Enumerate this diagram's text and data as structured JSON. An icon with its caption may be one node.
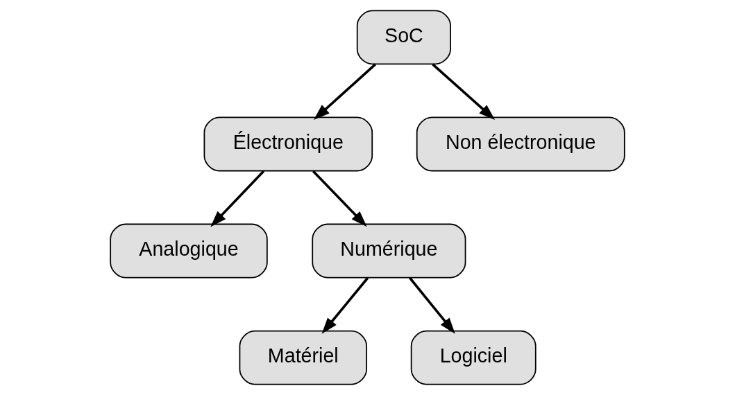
{
  "diagram": {
    "nodes": [
      {
        "text": [
          "SoC"
        ]
      },
      {
        "text": [
          "Électronique"
        ]
      },
      {
        "text": [
          "Non électronique"
        ]
      },
      {
        "text": [
          "Analogique"
        ]
      },
      {
        "text": [
          "Numérique"
        ]
      },
      {
        "text": [
          "Matériel"
        ]
      },
      {
        "text": [
          "Logiciel"
        ]
      }
    ],
    "edges": [
      {
        "from": 0,
        "to": 1,
        "arrow": "to"
      },
      {
        "from": 0,
        "to": 2,
        "arrow": "to"
      },
      {
        "from": 1,
        "to": 3,
        "arrow": "to"
      },
      {
        "from": 1,
        "to": 4,
        "arrow": "to"
      },
      {
        "from": 4,
        "to": 5,
        "arrow": "to"
      },
      {
        "from": 4,
        "to": 6,
        "arrow": "to"
      }
    ]
  }
}
